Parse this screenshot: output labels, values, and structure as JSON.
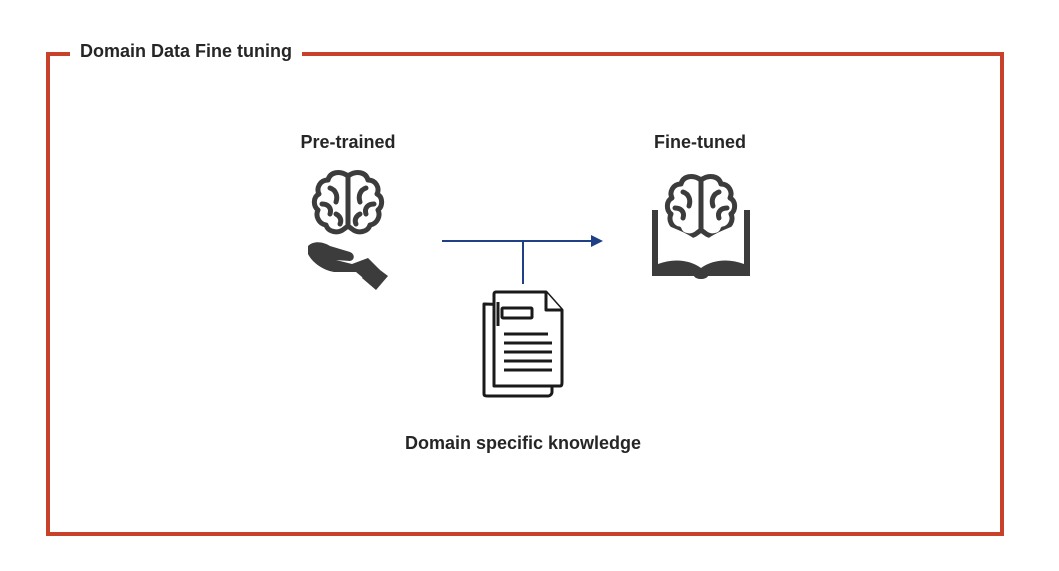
{
  "frame": {
    "title": "Domain Data Fine tuning",
    "border_color": "#c8412b"
  },
  "nodes": {
    "pretrained": {
      "label": "Pre-trained",
      "icon": "brain-in-hand-icon"
    },
    "finetuned": {
      "label": "Fine-tuned",
      "icon": "brain-on-book-icon"
    },
    "domain": {
      "label": "Domain specific knowledge",
      "icon": "document-stack-icon"
    }
  },
  "connector": {
    "color": "#1f3f86"
  }
}
